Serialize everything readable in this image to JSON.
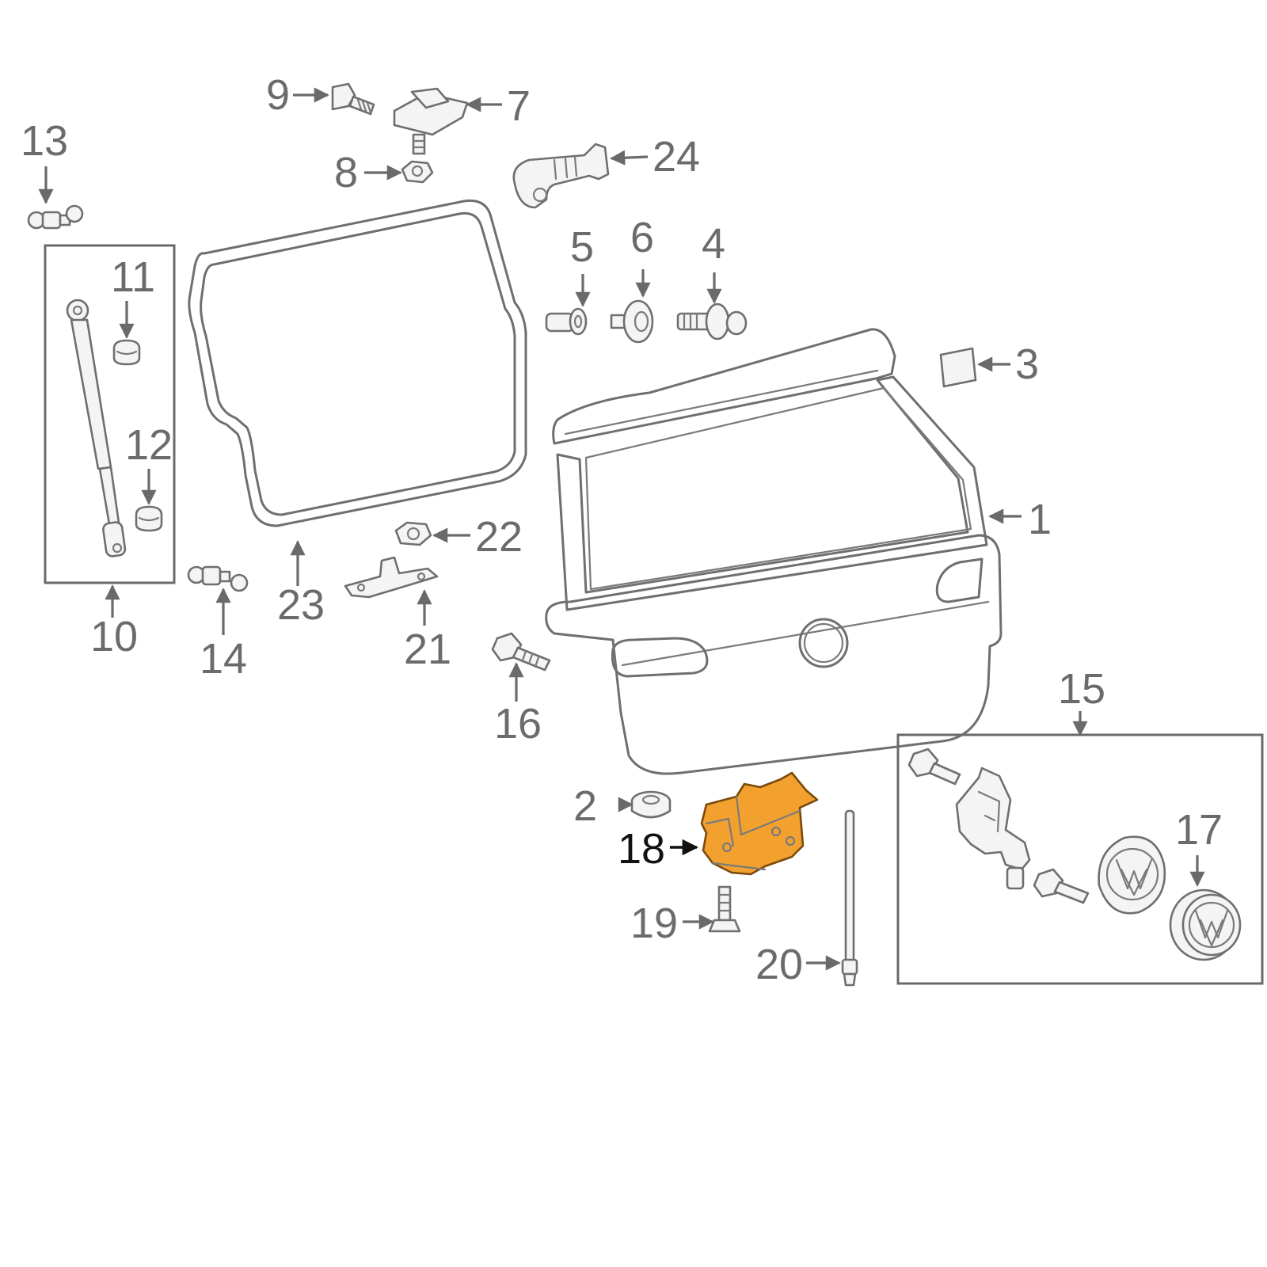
{
  "callouts": {
    "c1": "1",
    "c2": "2",
    "c3": "3",
    "c4": "4",
    "c5": "5",
    "c6": "6",
    "c7": "7",
    "c8": "8",
    "c9": "9",
    "c10": "10",
    "c11": "11",
    "c12": "12",
    "c13": "13",
    "c14": "14",
    "c15": "15",
    "c16": "16",
    "c17": "17",
    "c18": "18",
    "c19": "19",
    "c20": "20",
    "c21": "21",
    "c22": "22",
    "c23": "23",
    "c24": "24"
  },
  "highlighted_part": "18",
  "colors": {
    "highlight": "#f3a12e",
    "line": "#6f6f6f",
    "label": "#6b6b6b",
    "label_highlighted": "#111111",
    "background": "#ffffff"
  }
}
